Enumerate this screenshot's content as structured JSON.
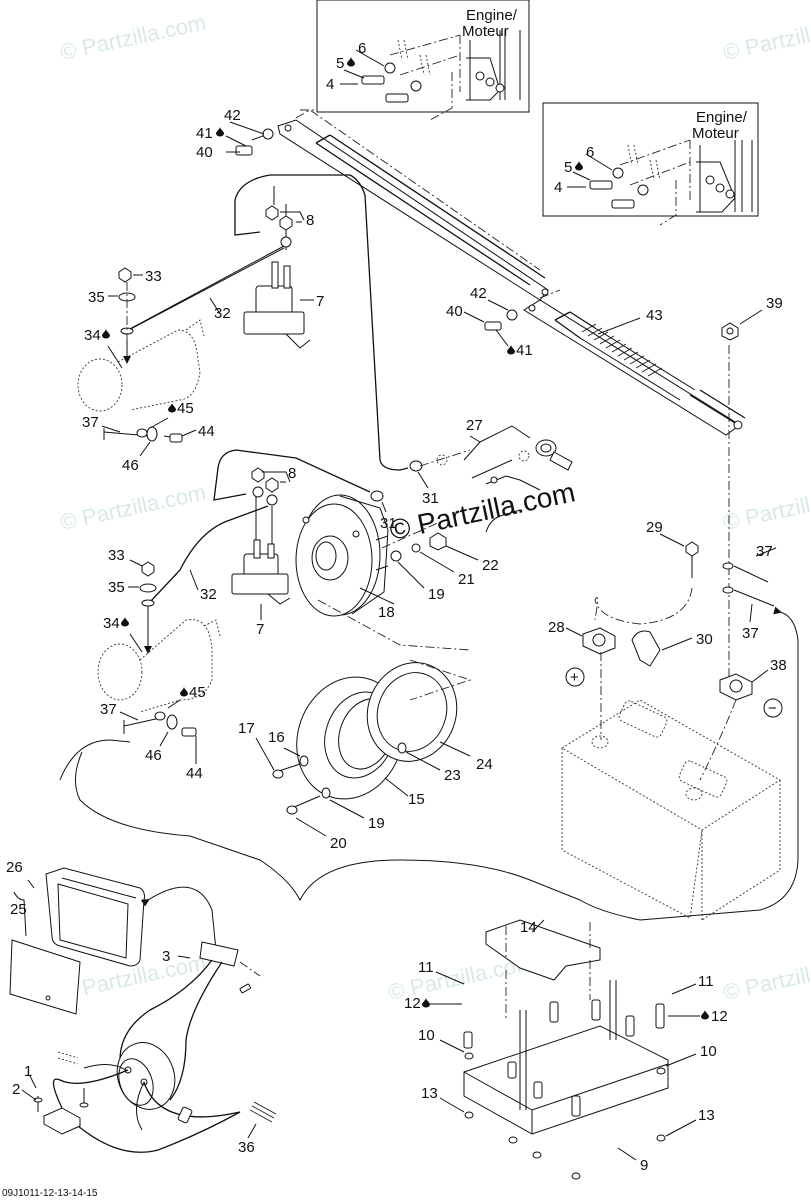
{
  "diagram": {
    "footer_code": "09J1011-12-13-14-15",
    "watermark": "© Partzilla.com",
    "center_watermark": "© Partzilla.com",
    "insets": [
      {
        "title_line1": "Engine/",
        "title_line2": "Moteur",
        "labels": {
          "a": "4",
          "b": "5",
          "c": "6"
        }
      },
      {
        "title_line1": "Engine/",
        "title_line2": "Moteur",
        "labels": {
          "a": "4",
          "b": "5",
          "c": "6"
        }
      }
    ],
    "callouts": {
      "c1": "1",
      "c2": "2",
      "c3": "3",
      "c7a": "7",
      "c7b": "7",
      "c8a": "8",
      "c8b": "8",
      "c9": "9",
      "c10a": "10",
      "c10b": "10",
      "c11a": "11",
      "c11b": "11",
      "c12a": "12",
      "c12b": "12",
      "c13a": "13",
      "c13b": "13",
      "c14": "14",
      "c15": "15",
      "c16": "16",
      "c17": "17",
      "c18": "18",
      "c19a": "19",
      "c19b": "19",
      "c20": "20",
      "c21": "21",
      "c22": "22",
      "c23": "23",
      "c24": "24",
      "c25": "25",
      "c26": "26",
      "c27": "27",
      "c28": "28",
      "c29": "29",
      "c30": "30",
      "c31a": "31",
      "c31b": "31",
      "c32a": "32",
      "c32b": "32",
      "c33a": "33",
      "c33b": "33",
      "c34a": "34",
      "c34b": "34",
      "c35a": "35",
      "c35b": "35",
      "c36": "36",
      "c37a": "37",
      "c37b": "37",
      "c37c": "37",
      "c37d": "37",
      "c38": "38",
      "c39": "39",
      "c40a": "40",
      "c40b": "40",
      "c41a": "41",
      "c41b": "41",
      "c42a": "42",
      "c42b": "42",
      "c43": "43",
      "c44a": "44",
      "c44b": "44",
      "c45a": "45",
      "c45b": "45",
      "c46a": "46",
      "c46b": "46"
    },
    "polarity": {
      "positive": "+",
      "negative": "−"
    },
    "symbols": {
      "sealant": "sealant-drop-icon"
    }
  }
}
